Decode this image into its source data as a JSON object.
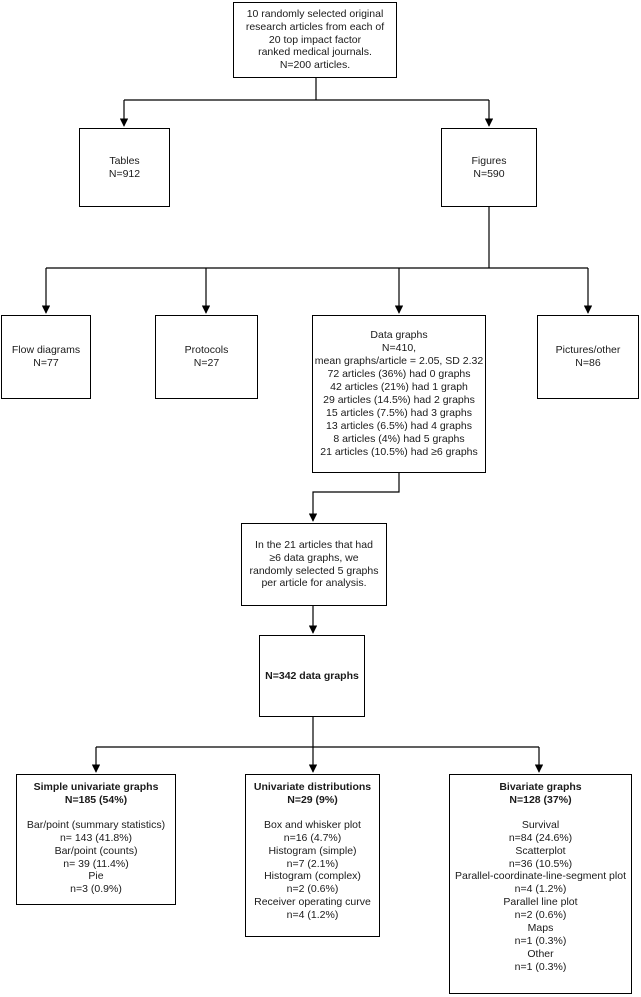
{
  "source": [
    "10 randomly selected original",
    "research articles from each of",
    "20 top impact factor",
    "ranked medical journals.",
    "N=200 articles."
  ],
  "tables": [
    "Tables",
    "N=912"
  ],
  "figures": [
    "Figures",
    "N=590"
  ],
  "flow_diagrams": [
    "Flow diagrams",
    "N=77"
  ],
  "protocols": [
    "Protocols",
    "N=27"
  ],
  "data_graphs": [
    "Data graphs",
    "N=410,",
    "mean graphs/article = 2.05, SD 2.32",
    "72 articles (36%) had 0 graphs",
    "42 articles (21%) had 1 graph",
    "29 articles (14.5%) had 2 graphs",
    "15 articles (7.5%) had 3 graphs",
    "13 articles (6.5%) had 4 graphs",
    "8 articles (4%) had 5 graphs",
    "21 articles (10.5%) had  ≥6 graphs"
  ],
  "pictures": [
    "Pictures/other",
    "N=86"
  ],
  "sampling": [
    "In the 21 articles that had",
    "≥6 data graphs, we",
    "randomly selected 5 graphs",
    "per article for analysis."
  ],
  "total": "N=342 data graphs",
  "simple_univariate": {
    "title": [
      "Simple univariate graphs",
      "N=185 (54%)"
    ],
    "items": [
      "Bar/point (summary statistics)",
      "n= 143 (41.8%)",
      "Bar/point (counts)",
      "n= 39 (11.4%)",
      "Pie",
      "n=3 (0.9%)"
    ]
  },
  "univariate_dist": {
    "title": [
      "Univariate distributions",
      "N=29 (9%)"
    ],
    "items": [
      "Box and whisker plot",
      "n=16 (4.7%)",
      "Histogram (simple)",
      "n=7 (2.1%)",
      "Histogram (complex)",
      "n=2 (0.6%)",
      "Receiver operating curve",
      "n=4 (1.2%)"
    ]
  },
  "bivariate": {
    "title": [
      "Bivariate graphs",
      "N=128 (37%)"
    ],
    "items": [
      "Survival",
      "n=84 (24.6%)",
      "Scatterplot",
      "n=36 (10.5%)",
      "Parallel-coordinate-line-segment plot",
      "n=4 (1.2%)",
      "Parallel line plot",
      "n=2 (0.6%)",
      "Maps",
      "n=1 (0.3%)",
      "Other",
      "n=1 (0.3%)"
    ]
  }
}
